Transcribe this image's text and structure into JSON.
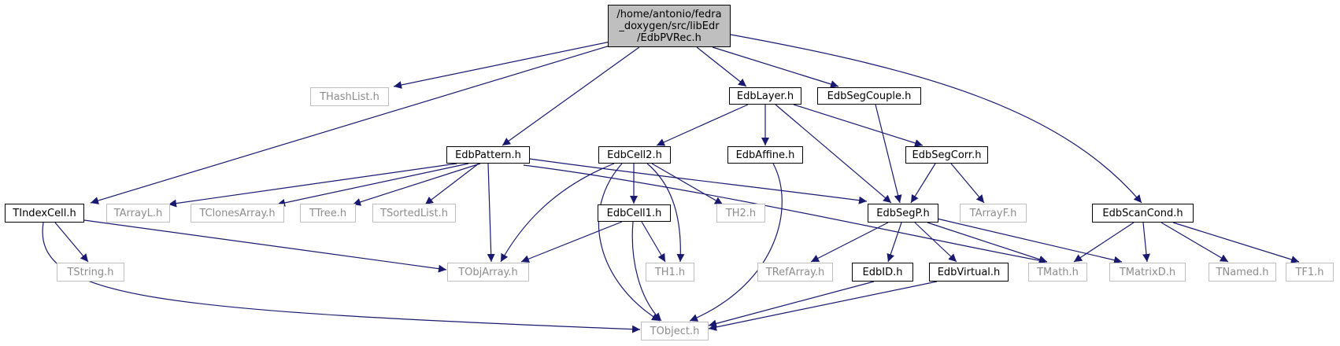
{
  "colors": {
    "edge": "#191970",
    "main_fill": "#bfbfbf",
    "node_border": "#000000",
    "external_border": "#bfbfbf"
  },
  "nodes": {
    "main": "/home/antonio/fedra\n_doxygen/src/libEdr\n/EdbPVRec.h",
    "thashlist": "THashList.h",
    "edbpattern": "EdbPattern.h",
    "edblayer": "EdbLayer.h",
    "edbsegcouple": "EdbSegCouple.h",
    "edbscancond": "EdbScanCond.h",
    "tindexcell": "TIndexCell.h",
    "edbcell2": "EdbCell2.h",
    "edbaffine": "EdbAffine.h",
    "edbsegcorr": "EdbSegCorr.h",
    "tarrayl": "TArrayL.h",
    "tclonesarray": "TClonesArray.h",
    "ttree": "TTree.h",
    "tsortedlist": "TSortedList.h",
    "edbcell1": "EdbCell1.h",
    "th2": "TH2.h",
    "edbsegp": "EdbSegP.h",
    "tarrayf": "TArrayF.h",
    "tstring": "TString.h",
    "tobjarray": "TObjArray.h",
    "th1": "TH1.h",
    "trefarray": "TRefArray.h",
    "edbid": "EdbID.h",
    "edbvirtual": "EdbVirtual.h",
    "tmath": "TMath.h",
    "tmatrixd": "TMatrixD.h",
    "tnamed": "TNamed.h",
    "tf1": "TF1.h",
    "tobject": "TObject.h"
  }
}
